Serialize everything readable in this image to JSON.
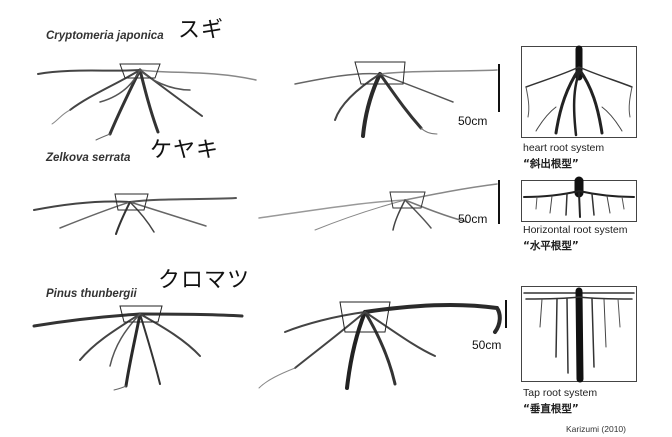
{
  "rows": [
    {
      "species": "Cryptomeria japonica",
      "japanese": "スギ",
      "scale_label": "50cm",
      "system_label": "heart root system",
      "system_japanese": "“斜出根型”"
    },
    {
      "species": "Zelkova serrata",
      "japanese": "ケヤキ",
      "scale_label": "50cm",
      "system_label": "Horizontal root system",
      "system_japanese": "“水平根型”"
    },
    {
      "species": "Pinus thunbergii",
      "japanese": "クロマツ",
      "scale_label": "50cm",
      "system_label": "Tap root system",
      "system_japanese": "“垂直根型”"
    }
  ],
  "credit": "Karizumi (2010)",
  "colors": {
    "root": "#2a2a2a",
    "root_light": "#8a8a8a",
    "text": "#222222"
  }
}
